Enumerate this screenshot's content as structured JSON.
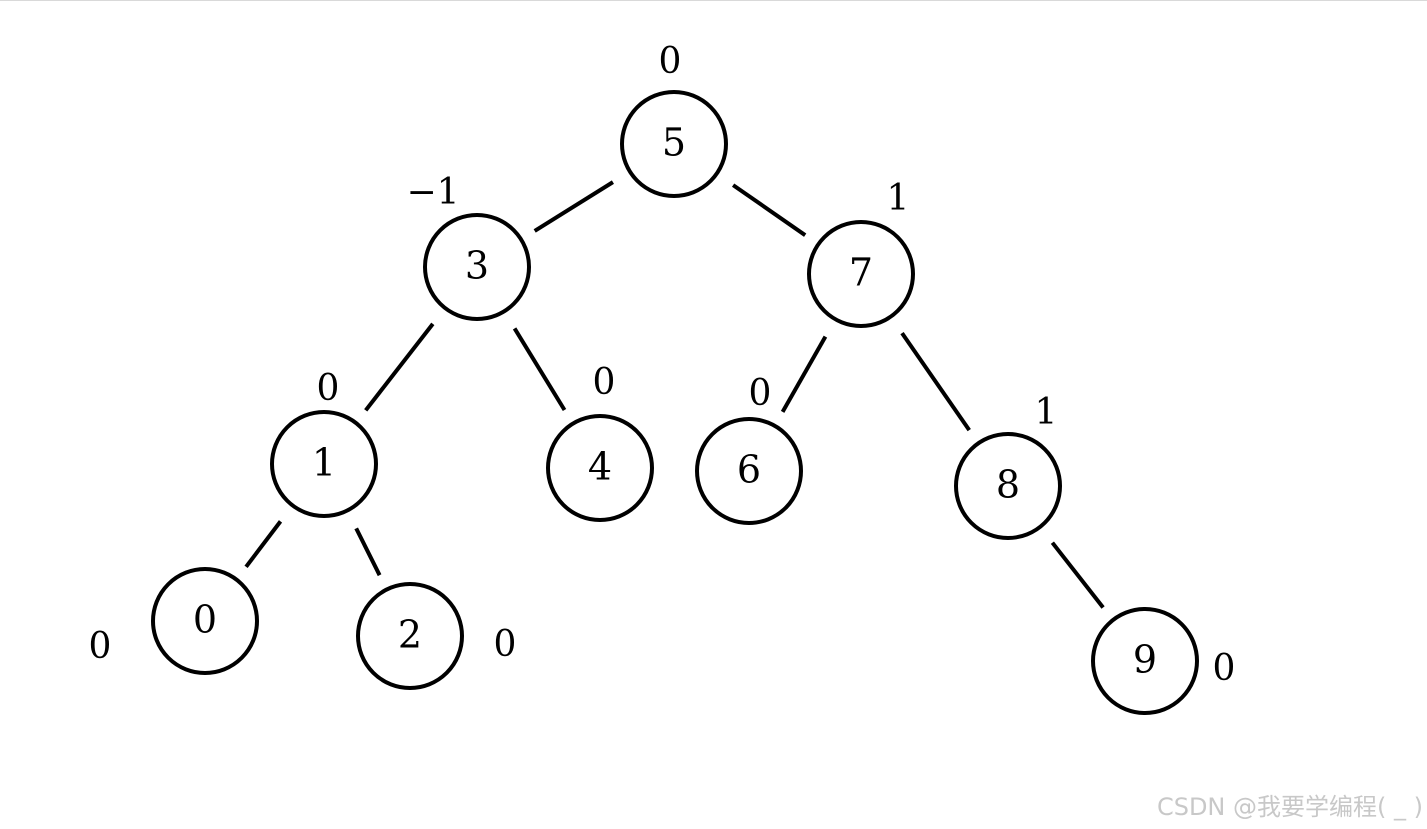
{
  "tree": {
    "nodes": [
      {
        "id": "n5",
        "value": "5",
        "balance": "0"
      },
      {
        "id": "n3",
        "value": "3",
        "balance": "−1"
      },
      {
        "id": "n7",
        "value": "7",
        "balance": "1"
      },
      {
        "id": "n1",
        "value": "1",
        "balance": "0"
      },
      {
        "id": "n4",
        "value": "4",
        "balance": "0"
      },
      {
        "id": "n6",
        "value": "6",
        "balance": "0"
      },
      {
        "id": "n8",
        "value": "8",
        "balance": "1"
      },
      {
        "id": "n0",
        "value": "0",
        "balance": "0"
      },
      {
        "id": "n2",
        "value": "2",
        "balance": "0"
      },
      {
        "id": "n9",
        "value": "9",
        "balance": "0"
      }
    ],
    "edges": [
      {
        "from": "n5",
        "to": "n3"
      },
      {
        "from": "n5",
        "to": "n7"
      },
      {
        "from": "n3",
        "to": "n1"
      },
      {
        "from": "n3",
        "to": "n4"
      },
      {
        "from": "n7",
        "to": "n6"
      },
      {
        "from": "n7",
        "to": "n8"
      },
      {
        "from": "n1",
        "to": "n0"
      },
      {
        "from": "n1",
        "to": "n2"
      },
      {
        "from": "n8",
        "to": "n9"
      }
    ]
  },
  "watermark": "CSDN @我要学编程( _ )"
}
